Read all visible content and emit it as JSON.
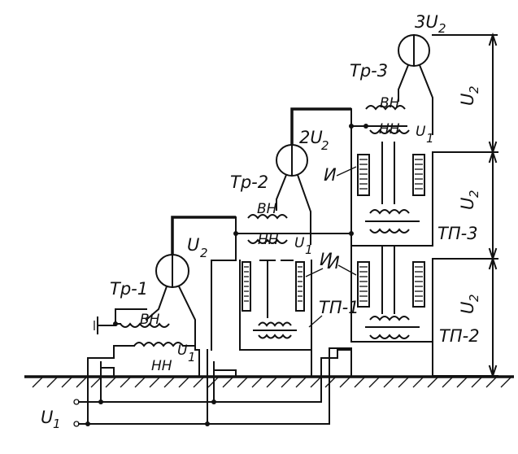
{
  "labels": {
    "source_voltage": "U",
    "source_voltage_sub": "1",
    "stage1_voltage": "U",
    "stage1_voltage_sub": "2",
    "stage2_voltage": "2U",
    "stage2_voltage_sub": "2",
    "stage3_voltage": "3U",
    "stage3_voltage_sub": "2",
    "transformer_1": "Тр-1",
    "transformer_2": "Тр-2",
    "transformer_3": "Тр-3",
    "hv_winding": "ВН",
    "lv_winding": "НН",
    "lv_input": "U",
    "lv_input_sub": "1",
    "insulator": "И",
    "platform_1": "ТП-1",
    "platform_2": "ТП-2",
    "platform_3": "ТП-3",
    "dim_voltage": "U",
    "dim_voltage_sub": "2"
  },
  "colors": {
    "ink": "#111111",
    "background": "#ffffff"
  }
}
